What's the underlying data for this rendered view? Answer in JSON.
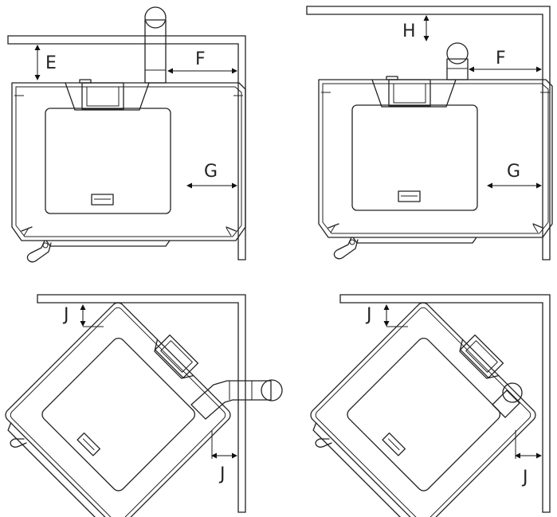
{
  "labels": {
    "e": "E",
    "f_1": "F",
    "g_1": "G",
    "h": "H",
    "f_2": "F",
    "g_2": "G",
    "j_1": "J",
    "j_2": "J",
    "j_3": "J",
    "j_4": "J"
  }
}
